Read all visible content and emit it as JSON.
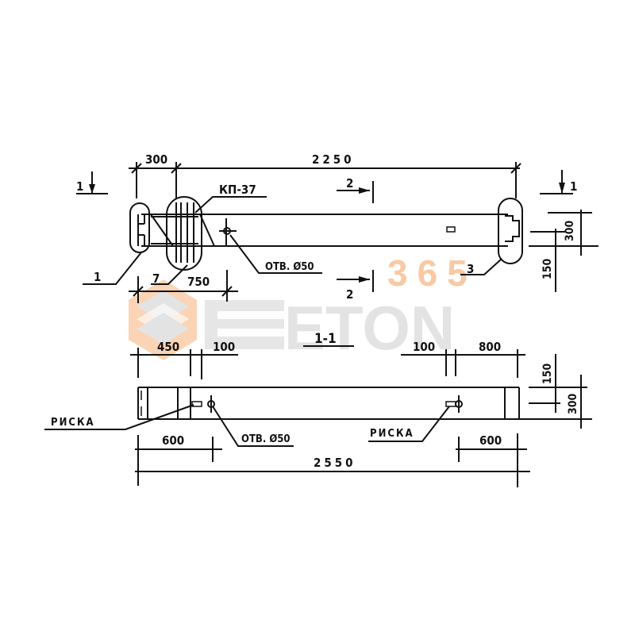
{
  "drawing": {
    "plan_view": {
      "section_mark_left": "1",
      "section_mark_right": "1",
      "section_2_top": "2",
      "section_2_bottom": "2",
      "dim_top_left": "300",
      "dim_top_overall": "2250",
      "dim_bottom_left": "750",
      "dim_right_300": "300",
      "dim_right_150": "150",
      "label_kp": "КП-37",
      "label_hole": "ОТВ. Ø50",
      "callout_1": "1",
      "callout_7": "7",
      "callout_3": "3"
    },
    "section_view": {
      "title": "1-1",
      "dim_450": "450",
      "dim_100_left": "100",
      "dim_100_right": "100",
      "dim_800": "800",
      "dim_600_left": "600",
      "dim_600_right": "600",
      "dim_overall": "2550",
      "dim_right_150": "150",
      "dim_right_300": "300",
      "label_riska_left": "РИСКА",
      "label_riska_right": "РИСКА",
      "label_hole": "ОТВ. Ø50"
    }
  },
  "watermark": {
    "brand": "ETON",
    "number": "365",
    "colors": {
      "gray": "#e3e3e3",
      "orange": "#f9c9a3"
    }
  }
}
